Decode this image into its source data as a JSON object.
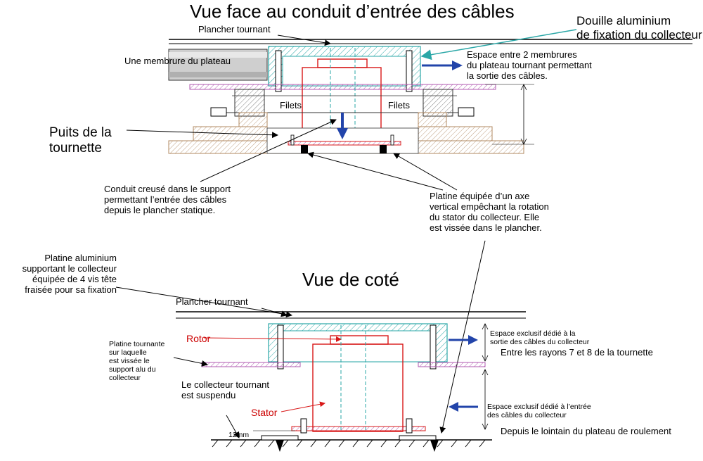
{
  "colors": {
    "teal": "#2aa7a7",
    "blue": "#2244aa",
    "red": "#d81818",
    "magenta": "#b05ab0",
    "wood": "#d9bfa0",
    "grey": "#8a8a8a"
  },
  "top_view": {
    "title": "Vue face au conduit d’entrée des câbles",
    "plancher": "Plancher tournant",
    "douille": [
      "Douille aluminium",
      "de fixation du collecteur"
    ],
    "membrure": "Une membrure du plateau",
    "espace": [
      "Espace entre 2 membrures",
      "du plateau tournant permettant",
      "la sortie des câbles."
    ],
    "filets_left": "Filets",
    "filets_right": "Filets",
    "puits": [
      "Puits de la",
      "tournette"
    ],
    "conduit": [
      "Conduit creusé dans le support",
      "permettant l’entrée  des câbles",
      "depuis le plancher statique."
    ],
    "platine_axe": [
      "Platine équipée d’un axe",
      "vertical empêchant la rotation",
      "du stator du collecteur. Elle",
      "est vissée dans le plancher."
    ]
  },
  "side_view": {
    "title": "Vue de coté",
    "platine_alu": [
      "Platine aluminium",
      "supportant le collecteur",
      "équipée de 4 vis tête",
      "fraisée pour sa fixation"
    ],
    "plancher": "Plancher tournant",
    "rotor": "Rotor",
    "platine_tournante": [
      "Platine tournante",
      "sur laquelle",
      "est vissée le",
      "support alu du",
      "collecteur"
    ],
    "espace_sortie": [
      "Espace exclusif dédié à la",
      "sortie des câbles du collecteur"
    ],
    "rayons": "Entre les rayons 7 et 8 de la tournette",
    "suspendu": [
      "Le collecteur tournant",
      "est suspendu"
    ],
    "stator": "Stator",
    "espace_entree": [
      "Espace exclusif dédié à l’entrée",
      "des câbles du collecteur"
    ],
    "dim_12mm": "12mm",
    "lointain": "Depuis le lointain du plateau de roulement"
  }
}
